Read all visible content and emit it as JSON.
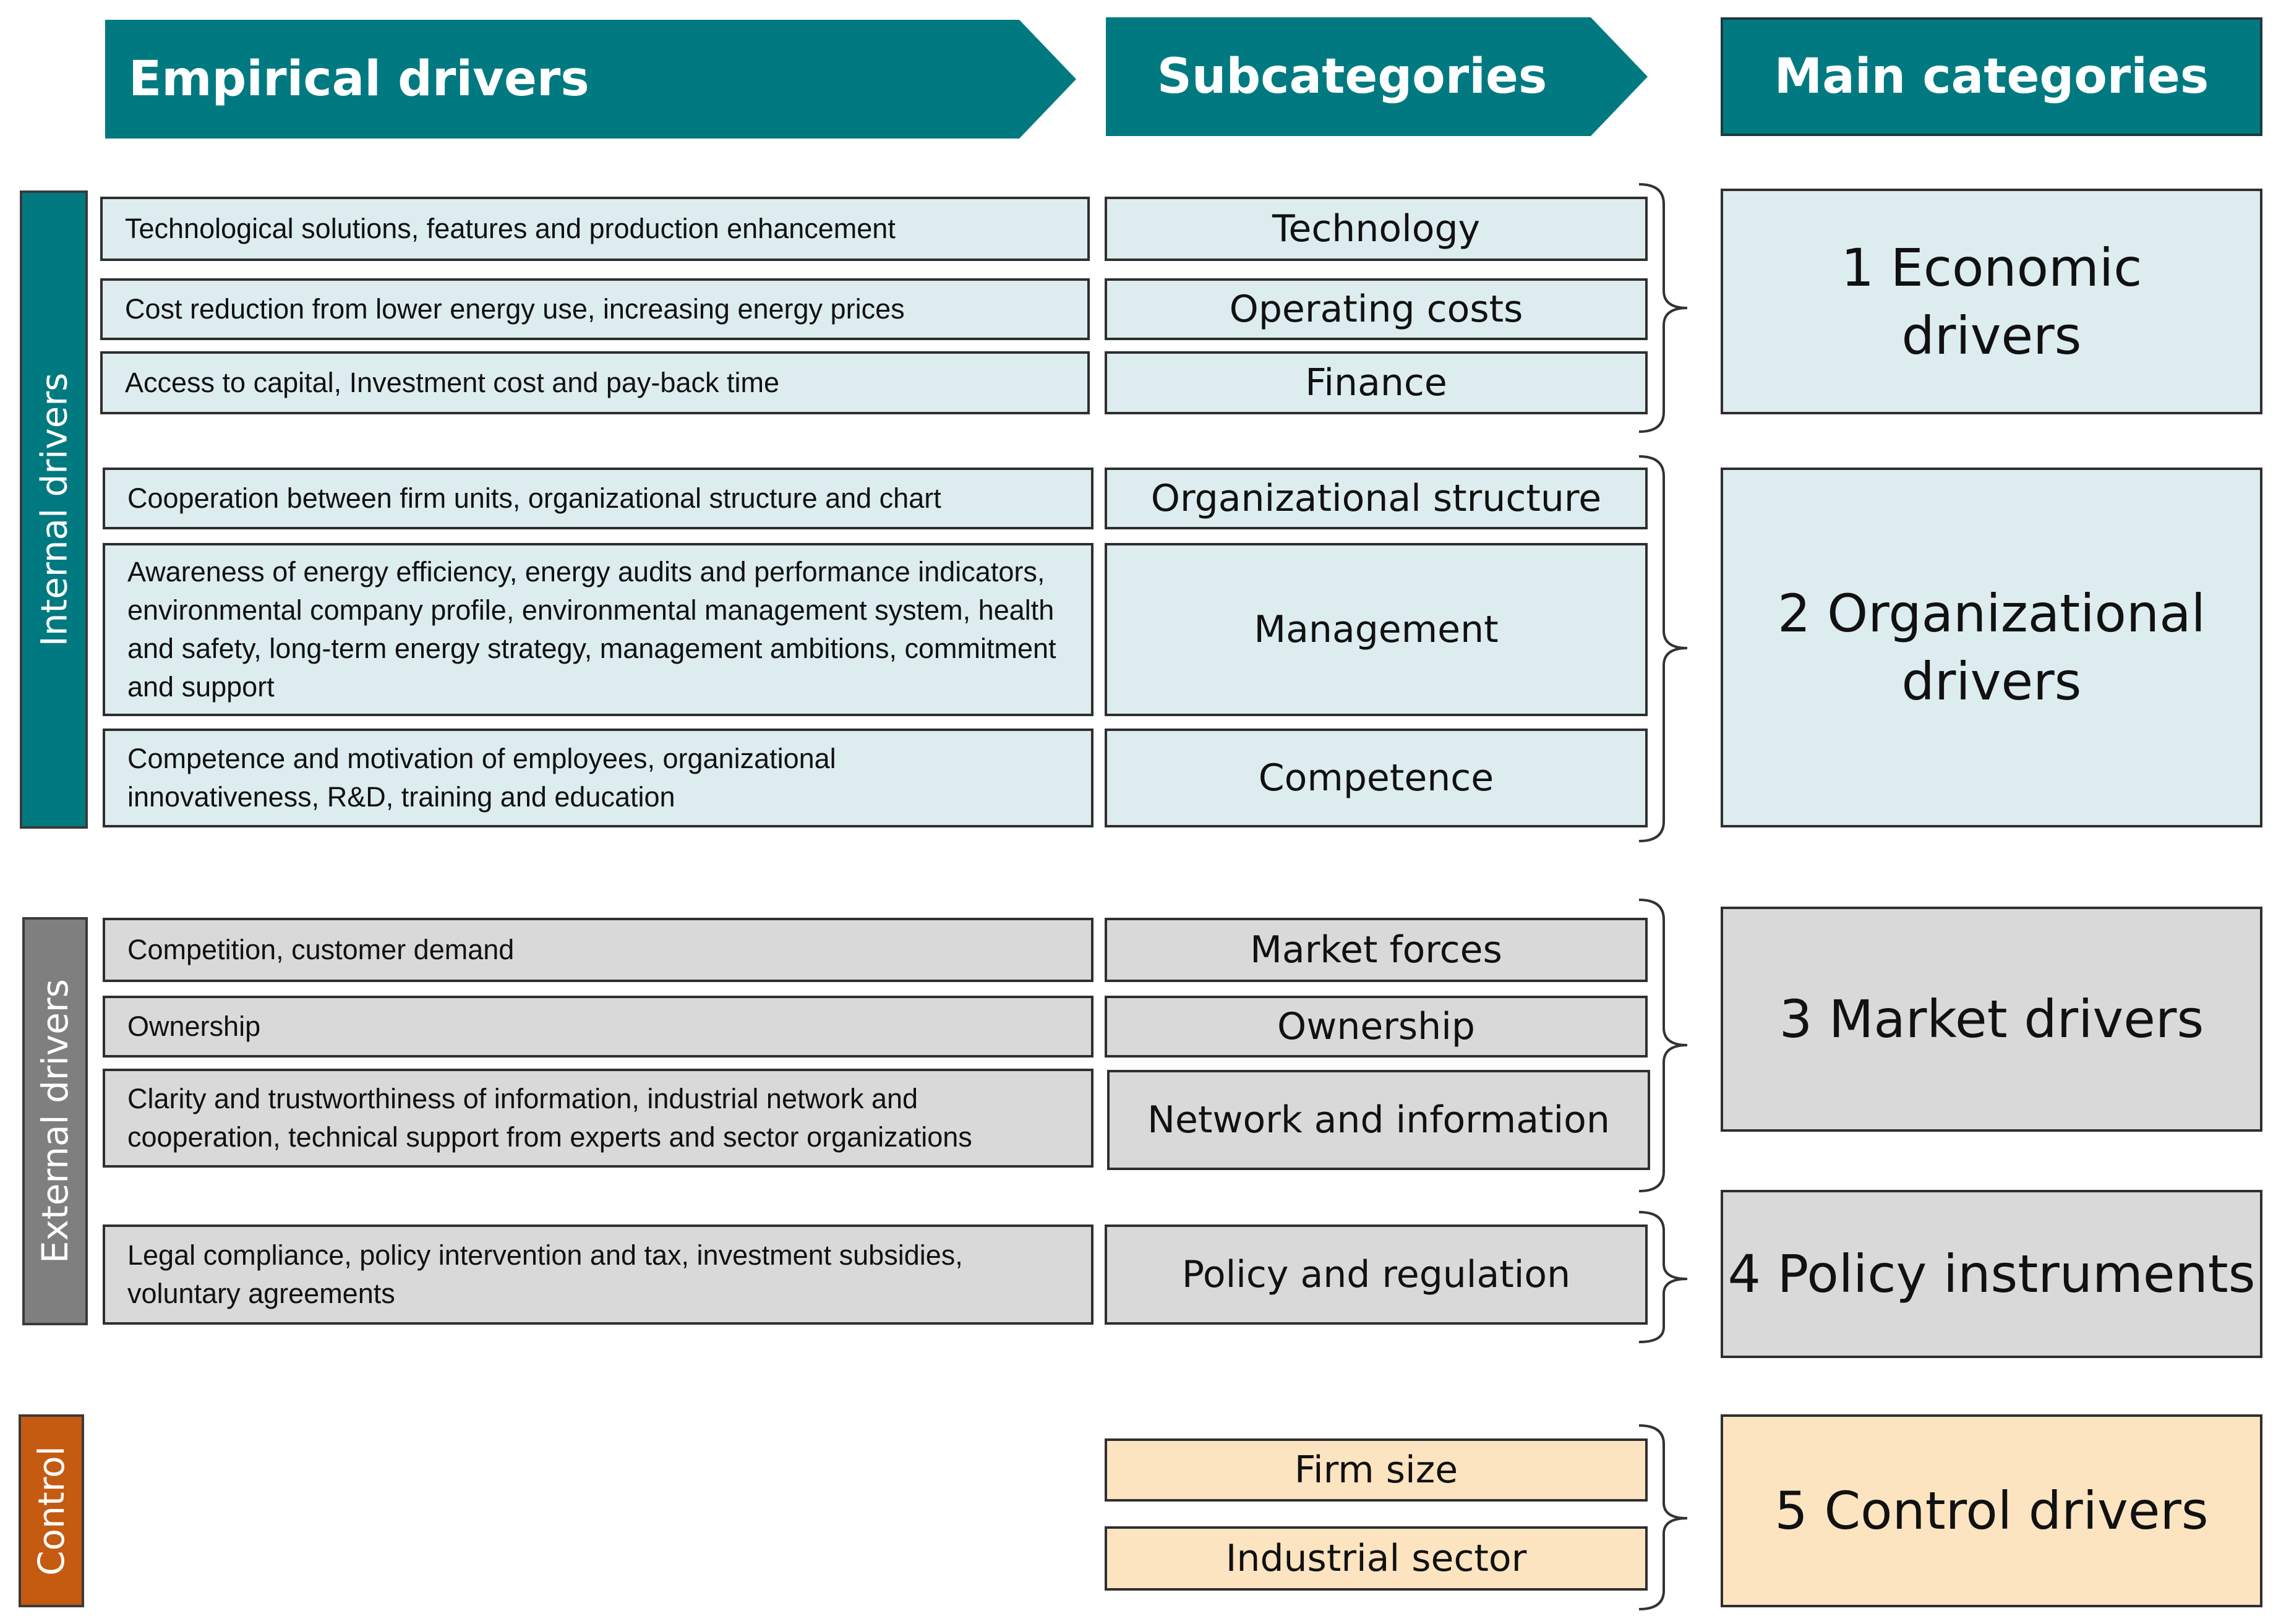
{
  "headers": {
    "empirical": "Empirical drivers",
    "subcategories": "Subcategories",
    "main": "Main categories"
  },
  "side_labels": {
    "internal": "Internal drivers",
    "external": "External drivers",
    "control": "Control"
  },
  "groups": [
    {
      "main_category": "1 Economic drivers",
      "rows": [
        {
          "driver": "Technological solutions, features and production enhancement",
          "subcategory": "Technology"
        },
        {
          "driver": "Cost reduction from lower energy use, increasing energy prices",
          "subcategory": "Operating costs"
        },
        {
          "driver": "Access to capital, Investment cost and pay-back time",
          "subcategory": "Finance"
        }
      ]
    },
    {
      "main_category": "2 Organizational drivers",
      "rows": [
        {
          "driver": "Cooperation between firm units, organizational structure and chart",
          "subcategory": "Organizational structure"
        },
        {
          "driver": "Awareness of energy efficiency, energy audits and performance indicators, environmental company profile, environmental management system, health and safety, long-term energy strategy, management ambitions, commitment and support",
          "subcategory": "Management"
        },
        {
          "driver": "Competence and motivation of employees, organizational innovativeness, R&D, training and education",
          "subcategory": "Competence"
        }
      ]
    },
    {
      "main_category": "3 Market drivers",
      "rows": [
        {
          "driver": "Competition, customer demand",
          "subcategory": "Market forces"
        },
        {
          "driver": "Ownership",
          "subcategory": "Ownership"
        },
        {
          "driver": "Clarity and trustworthiness of information, industrial network and cooperation, technical support from experts and sector organizations",
          "subcategory": "Network and information"
        }
      ]
    },
    {
      "main_category": "4 Policy instruments",
      "rows": [
        {
          "driver": "Legal compliance, policy intervention and tax, investment subsidies, voluntary agreements",
          "subcategory": "Policy and regulation"
        }
      ]
    },
    {
      "main_category": "5 Control drivers",
      "rows": [
        {
          "subcategory": "Firm size"
        },
        {
          "subcategory": "Industrial sector"
        }
      ]
    }
  ],
  "colors": {
    "teal": "#007a80",
    "teal_light": "#dcecef",
    "grey": "#7f7f7f",
    "grey_light": "#d9d9d9",
    "orange": "#c55a11",
    "orange_light": "#fce4c0"
  }
}
